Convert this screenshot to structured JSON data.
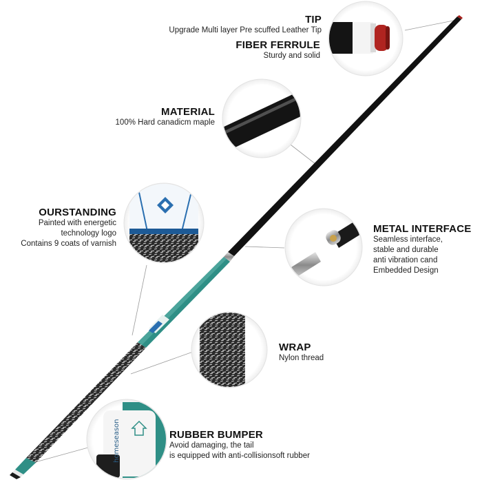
{
  "features": [
    {
      "id": "tip",
      "heading": "TIP",
      "desc": [
        "Upgrade Multi layer Pre scuffed Leather Tip"
      ]
    },
    {
      "id": "ferrule",
      "heading": "FIBER FERRULE",
      "desc": [
        "Sturdy and solid"
      ]
    },
    {
      "id": "material",
      "heading": "MATERIAL",
      "desc": [
        "100% Hard canadicm maple"
      ]
    },
    {
      "id": "ourstanding",
      "heading": "OURSTANDING",
      "desc": [
        "Painted with energetic",
        "technology logo",
        "Contains 9 coats of varnish"
      ]
    },
    {
      "id": "metal",
      "heading": "METAL INTERFACE",
      "desc": [
        "Seamless interface,",
        "stable and durable",
        "anti vibration cand",
        "Embedded Design"
      ]
    },
    {
      "id": "wrap",
      "heading": "WRAP",
      "desc": [
        "Nylon thread"
      ]
    },
    {
      "id": "bumper",
      "heading": "RUBBER BUMPER",
      "desc": [
        "Avoid damaging, the tail",
        "is equipped with anti-collisionsoft rubber"
      ]
    }
  ],
  "bumper_logo_text": "homeseason",
  "colors": {
    "shaft": "#1b1b1b",
    "teal": "#2f8f86",
    "tealDark": "#1e6e66",
    "wrap": "#3a3a3a",
    "ferrule": "#f2f2f2",
    "tip": "#a8201c",
    "metal": "#b9b9b9"
  }
}
